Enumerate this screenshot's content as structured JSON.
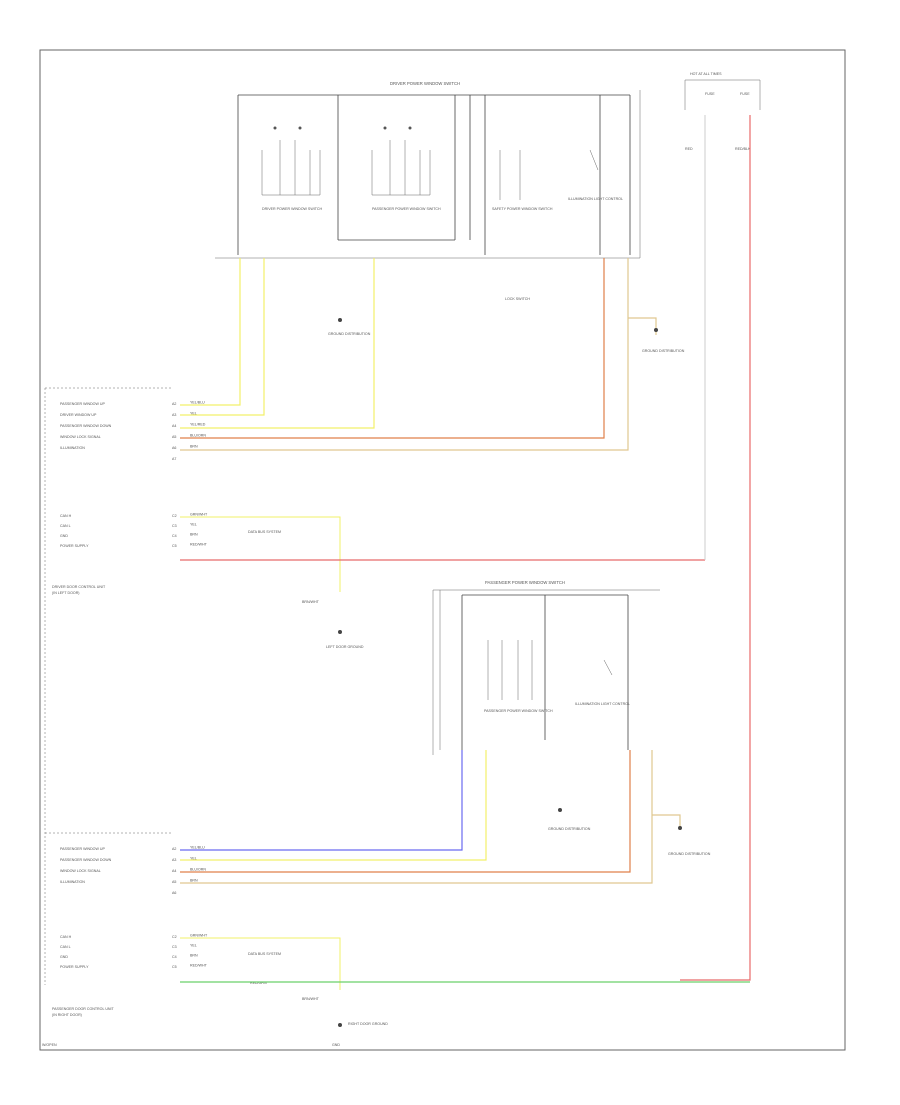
{
  "diagram": {
    "title": "",
    "driver_switch": {
      "label": "DRIVER POWER WINDOW SWITCH",
      "sections": [
        "DRIVER POWER WINDOW SWITCH",
        "PASSENGER POWER WINDOW SWITCH",
        "SAFETY POWER WINDOW SWITCH",
        "ILLUMINATION LIGHT CONTROL"
      ],
      "ground_label": "GROUND DISTRIBUTION",
      "lock_label": "LOCK SWITCH"
    },
    "fuse_box": {
      "label": "HOT AT ALL TIMES",
      "fuses": [
        "FUSE",
        "FUSE"
      ],
      "wire_colors": [
        "RED",
        "RED/BLK"
      ]
    },
    "driver_control_unit": {
      "label": "DRIVER DOOR CONTROL UNIT",
      "sublabel": "(IN LEFT DOOR)",
      "pins": [
        {
          "name": "PASSENGER WINDOW UP",
          "pin": "A2",
          "color": "YEL/BLU"
        },
        {
          "name": "DRIVER WINDOW UP",
          "pin": "A3",
          "color": "YEL"
        },
        {
          "name": "PASSENGER WINDOW DOWN",
          "pin": "A4",
          "color": "YEL/RED"
        },
        {
          "name": "WINDOW LOCK SIGNAL",
          "pin": "A5",
          "color": "BLU/ORN"
        },
        {
          "name": "ILLUMINATION",
          "pin": "A6",
          "color": "BRN"
        },
        {
          "name": "",
          "pin": "A7",
          "color": ""
        }
      ],
      "can_pins": [
        {
          "name": "CAN H",
          "pin": "C2",
          "color": "GRN/WHT"
        },
        {
          "name": "CAN L",
          "pin": "C3",
          "color": "YEL"
        },
        {
          "name": "GND",
          "pin": "C4",
          "color": "BRN"
        },
        {
          "name": "POWER SUPPLY",
          "pin": "C5",
          "color": "RED/WHT"
        }
      ],
      "data_bus_label": "DATA BUS SYSTEM",
      "ground_color": "BRN/WHT",
      "ground_label": "LEFT DOOR GROUND"
    },
    "passenger_switch": {
      "label": "PASSENGER POWER WINDOW SWITCH",
      "sections": [
        "PASSENGER POWER WINDOW SWITCH",
        "ILLUMINATION LIGHT CONTROL"
      ],
      "ground_label": "GROUND DISTRIBUTION"
    },
    "passenger_control_unit": {
      "label": "PASSENGER DOOR CONTROL UNIT",
      "sublabel": "(IN RIGHT DOOR)",
      "pins": [
        {
          "name": "PASSENGER WINDOW UP",
          "pin": "A2",
          "color": "YEL/BLU"
        },
        {
          "name": "PASSENGER WINDOW DOWN",
          "pin": "A3",
          "color": "YEL"
        },
        {
          "name": "WINDOW LOCK SIGNAL",
          "pin": "A4",
          "color": "BLU/ORN"
        },
        {
          "name": "ILLUMINATION",
          "pin": "A5",
          "color": "BRN"
        },
        {
          "name": "",
          "pin": "A6",
          "color": ""
        }
      ],
      "can_pins": [
        {
          "name": "CAN H",
          "pin": "C2",
          "color": "GRN/WHT"
        },
        {
          "name": "CAN L",
          "pin": "C3",
          "color": "YEL"
        },
        {
          "name": "GND",
          "pin": "C4",
          "color": "BRN"
        },
        {
          "name": "POWER SUPPLY",
          "pin": "C5",
          "color": "RED/WHT"
        }
      ],
      "power_wire": "RED/GRN",
      "data_bus_label": "DATA BUS SYSTEM",
      "ground_color": "BRN/WHT",
      "ground_label": "RIGHT DOOR GROUND"
    },
    "footer": "W/OPEN",
    "footer_ground": "GND",
    "colors": {
      "yellow": "#f2f06a",
      "red": "#e86a6a",
      "orange_red": "#e0804a",
      "tan": "#e0c890",
      "blue": "#6a6af0",
      "green": "#6ad06a",
      "black": "#444444"
    }
  }
}
